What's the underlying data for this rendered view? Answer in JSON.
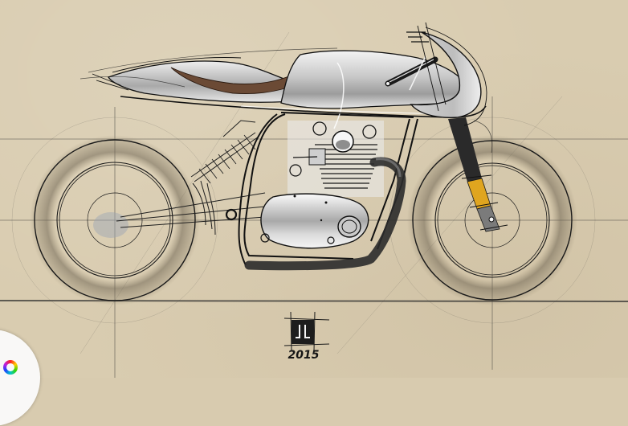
{
  "canvas": {
    "background_color": "#d9ccb0",
    "artwork": {
      "subject": "cafe racer motorcycle sketch",
      "colors": {
        "ink": "#1a1a1a",
        "chrome_light": "#f2f2f2",
        "chrome_mid": "#b9b9b9",
        "seat_brown": "#6b4a35",
        "fork_yellow": "#e0a51f",
        "tire_shade": "#7a705e"
      }
    },
    "signature": {
      "monogram": "JL",
      "year": "2015"
    }
  },
  "corner_menu": {
    "color_wheel_icon": "color-wheel-icon"
  }
}
